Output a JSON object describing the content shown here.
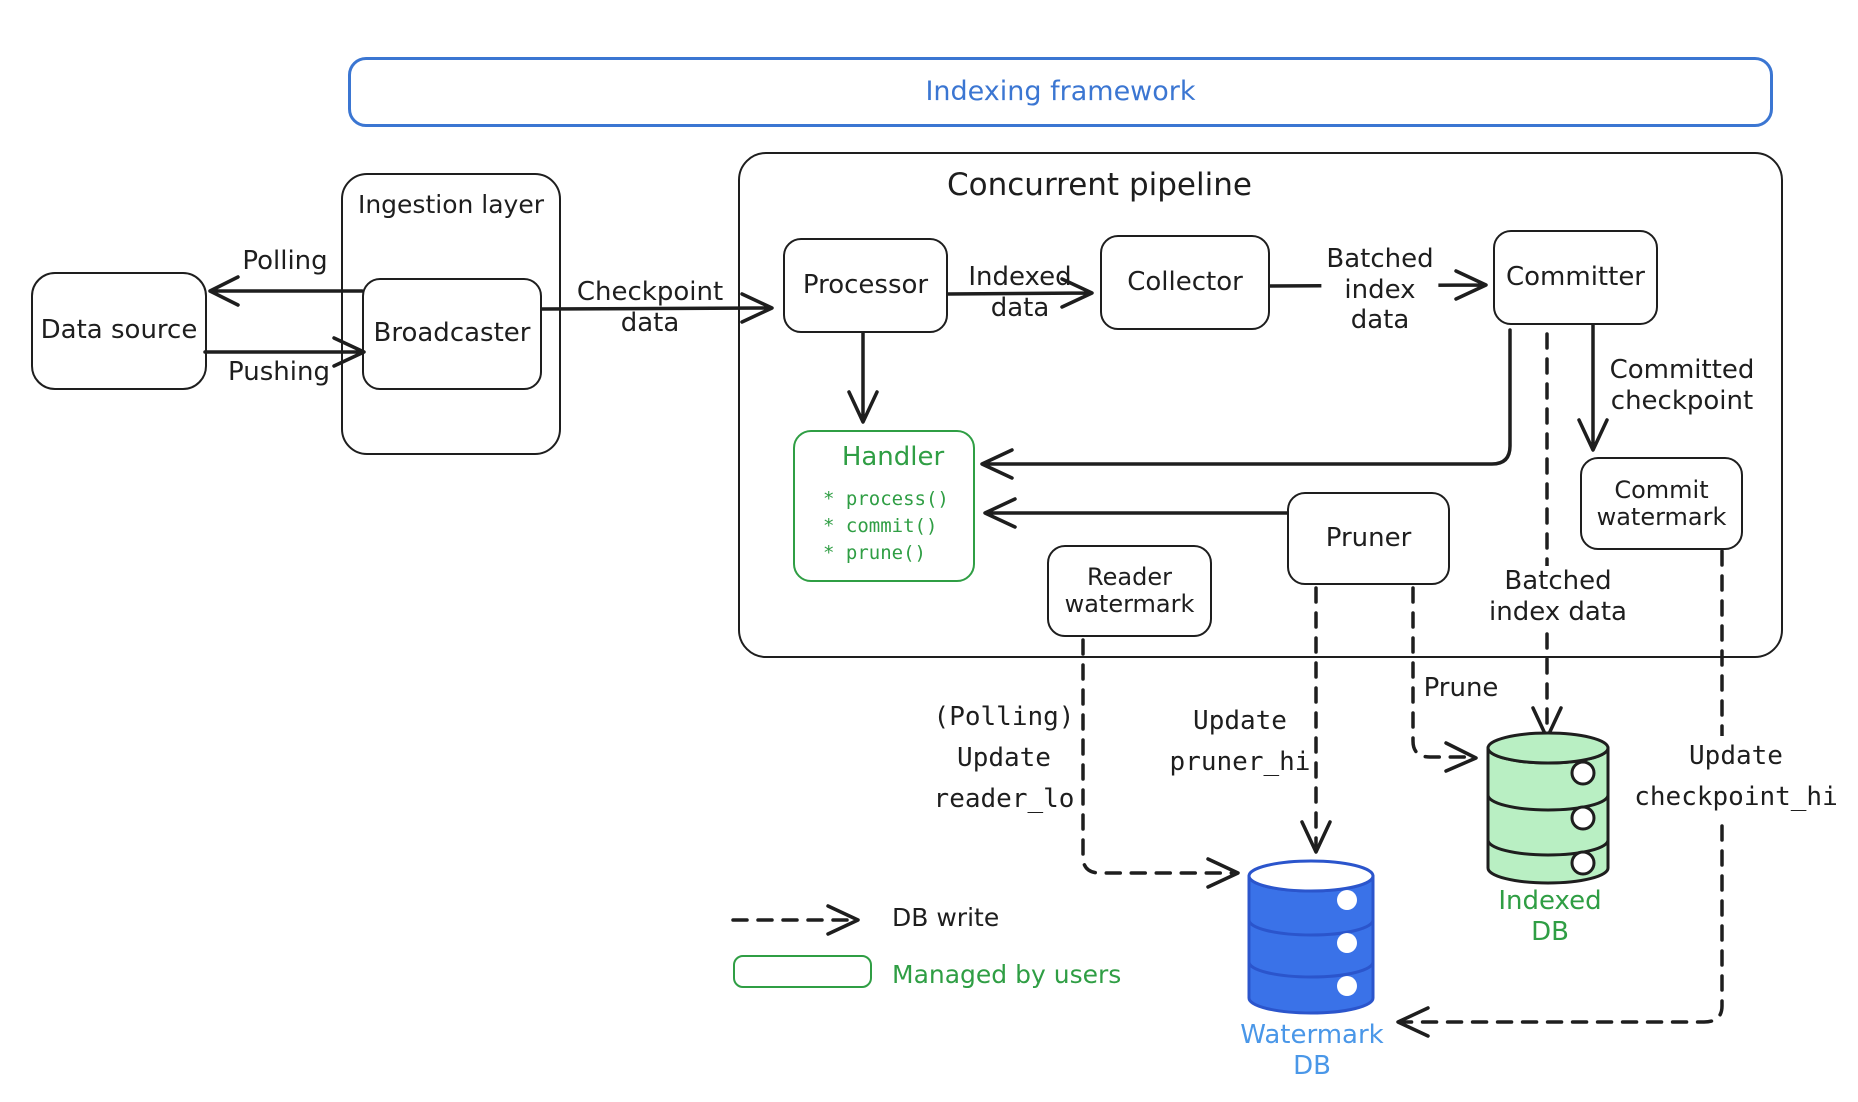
{
  "framework": {
    "title": "Indexing framework"
  },
  "pipeline": {
    "title": "Concurrent pipeline"
  },
  "ingestion": {
    "title": "Ingestion layer"
  },
  "nodes": {
    "data_source": "Data source",
    "broadcaster": "Broadcaster",
    "processor": "Processor",
    "collector": "Collector",
    "committer": "Committer",
    "handler": {
      "title": "Handler",
      "methods": [
        "* process()",
        "* commit()",
        "* prune()"
      ]
    },
    "reader_watermark": [
      "Reader",
      "watermark"
    ],
    "pruner": "Pruner",
    "commit_watermark": [
      "Commit",
      "watermark"
    ]
  },
  "edges": {
    "polling": "Polling",
    "pushing": "Pushing",
    "checkpoint_data": [
      "Checkpoint",
      "data"
    ],
    "indexed_data": [
      "Indexed",
      "data"
    ],
    "batched_index_data_top": [
      "Batched",
      "index",
      "data"
    ],
    "committed_checkpoint": [
      "Committed",
      "checkpoint"
    ],
    "batched_index_data_bottom": [
      "Batched",
      "index data"
    ],
    "prune": "Prune",
    "update_reader_lo": [
      "(Polling)",
      "Update",
      "reader_lo"
    ],
    "update_pruner_hi": [
      "Update",
      "pruner_hi"
    ],
    "update_checkpoint_hi": [
      "Update",
      "checkpoint_hi"
    ]
  },
  "databases": {
    "watermark_db": [
      "Watermark",
      "DB"
    ],
    "indexed_db": [
      "Indexed",
      "DB"
    ]
  },
  "legend": {
    "db_write": "DB write",
    "managed_by_users": "Managed by users"
  },
  "colors": {
    "ink": "#1e1e1e",
    "framework_blue": "#3b76d2",
    "user_green": "#2f9e44",
    "watermark_db_fill": "#3a72e8",
    "watermark_db_stroke": "#2b55cc",
    "watermark_db_label": "#4a97e8",
    "indexed_db_fill": "#b9efc3"
  }
}
